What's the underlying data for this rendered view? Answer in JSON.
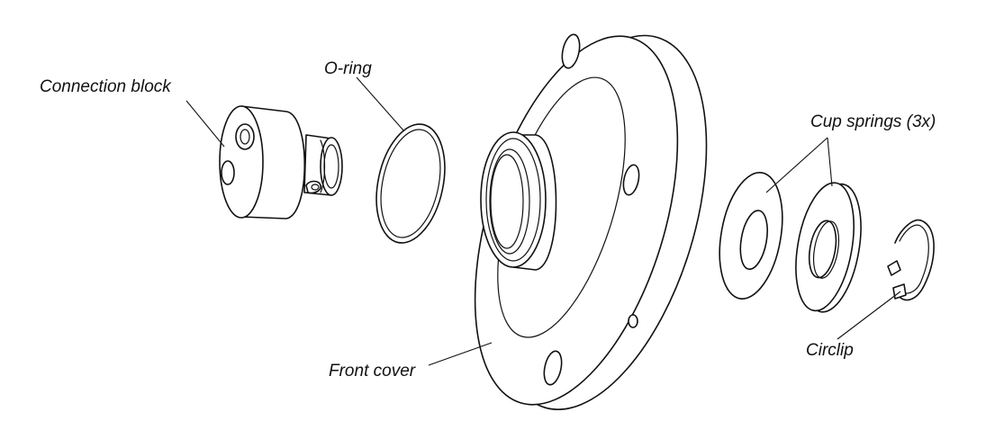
{
  "labels": {
    "connection_block": "Connection block",
    "o_ring": "O-ring",
    "front_cover": "Front cover",
    "cup_springs": "Cup springs (3x)",
    "circlip": "Circlip"
  },
  "colors": {
    "line": "#111111",
    "background": "#ffffff"
  }
}
